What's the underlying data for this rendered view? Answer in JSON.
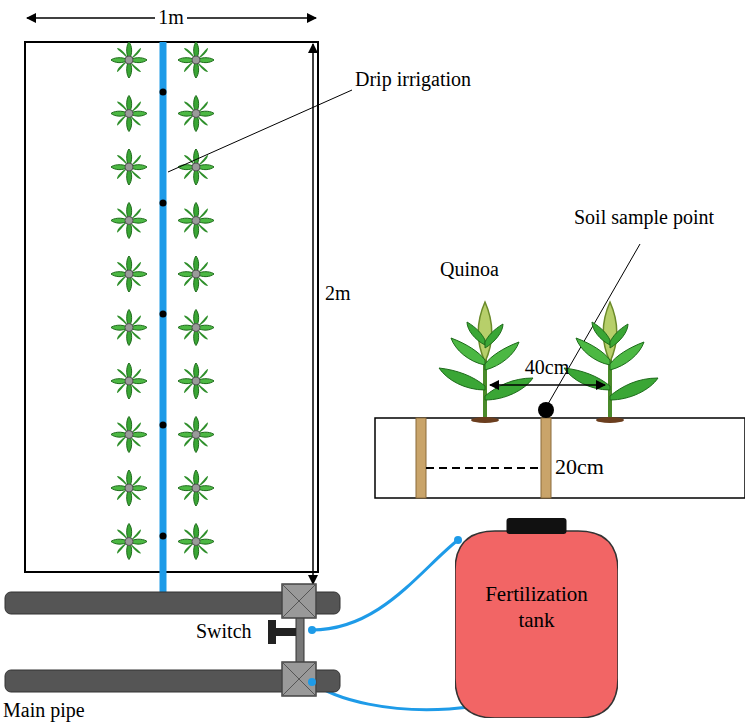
{
  "diagram": {
    "nodes": [
      {
        "text": [
          "Fertilization tank"
        ]
      }
    ],
    "labels": [
      "1m",
      "2m",
      "Drip irrigation",
      "Soil sample point",
      "Quinoa",
      "40cm",
      "20cm",
      "Switch",
      "Main pipe"
    ]
  }
}
